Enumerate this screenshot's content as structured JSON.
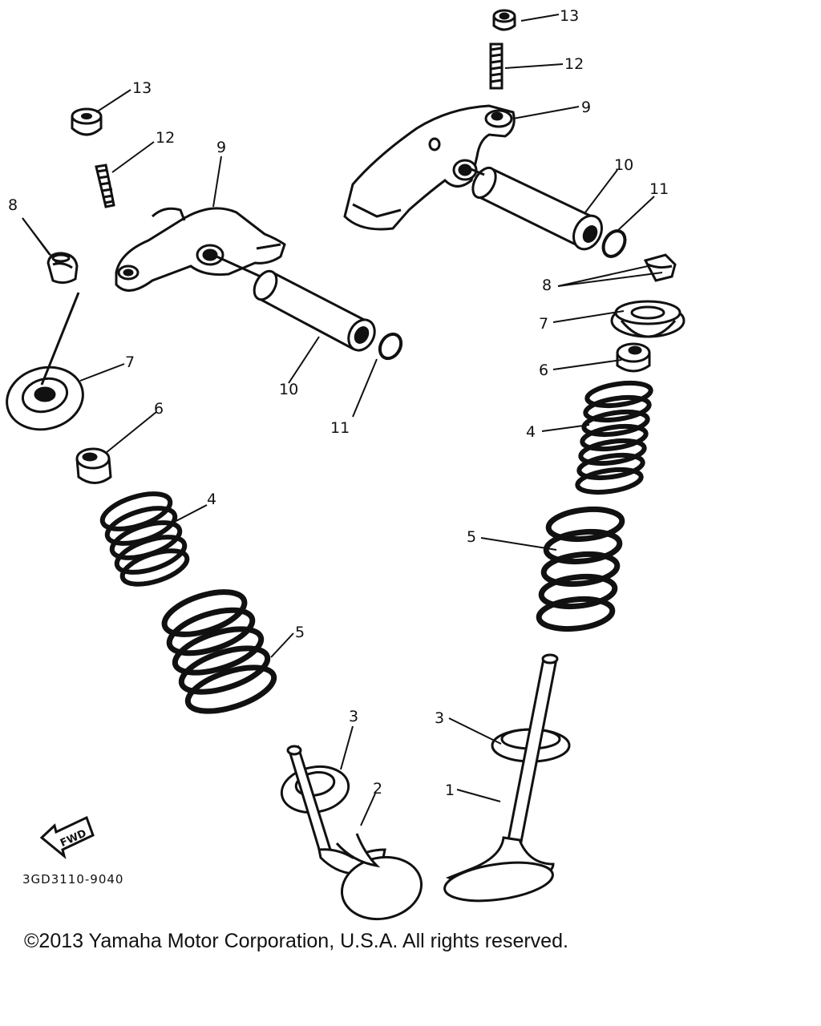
{
  "callouts": {
    "left": {
      "13": "13",
      "12": "12",
      "9": "9",
      "8": "8",
      "7": "7",
      "10": "10",
      "11": "11",
      "6": "6",
      "4": "4",
      "5": "5",
      "3": "3",
      "2": "2"
    },
    "right": {
      "13": "13",
      "12": "12",
      "9": "9",
      "10": "10",
      "11": "11",
      "8": "8",
      "7": "7",
      "6": "6",
      "4": "4",
      "5": "5",
      "3": "3",
      "1": "1"
    }
  },
  "fwd_label": "FWD",
  "part_code": "3GD3110-9040",
  "copyright": "©2013 Yamaha Motor Corporation, U.S.A. All rights reserved.",
  "colors": {
    "ink": "#111111",
    "background": "#ffffff"
  }
}
